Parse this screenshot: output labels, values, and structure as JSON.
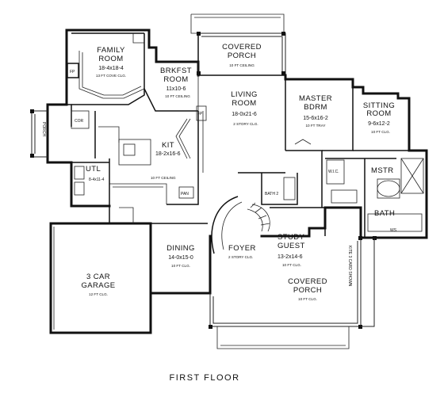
{
  "caption": "FIRST FLOOR",
  "rooms": {
    "family": {
      "name1": "FAMILY",
      "name2": "ROOM",
      "dim": "18-4x18-4",
      "note": "13 FT COVE CLG."
    },
    "covered_porch_top": {
      "name1": "COVERED",
      "name2": "PORCH",
      "note": "10 FT CEILING"
    },
    "brkfst": {
      "name1": "BRKFST",
      "name2": "ROOM",
      "dim": "11x10-6",
      "note": "10 FT CEILING"
    },
    "living": {
      "name1": "LIVING",
      "name2": "ROOM",
      "dim": "18-0x21-6",
      "note": "2 STORY CLG."
    },
    "master_bdrm": {
      "name1": "MASTER",
      "name2": "BDRM",
      "dim": "15-6x16-2",
      "note": "10 FT TRAY"
    },
    "sitting": {
      "name1": "SITTING",
      "name2": "ROOM",
      "dim": "9-6x12-2",
      "note": "10 FT CLG."
    },
    "kit": {
      "name": "KIT",
      "dim": "18-2x16-6",
      "note": "10 FT CEILING"
    },
    "porch_side": {
      "name": "PORCH"
    },
    "utl": {
      "name": "UTL",
      "dim": "8-4x11-4"
    },
    "mstr": {
      "name": "MSTR"
    },
    "bath_master": {
      "name": "BATH"
    },
    "bath2": {
      "name": "BATH 2"
    },
    "dining": {
      "name": "DINING",
      "dim": "14-0x15-0",
      "note": "10 FT CLG."
    },
    "foyer": {
      "name": "FOYER",
      "note": "2 STORY CLG."
    },
    "study": {
      "name1": "STUDY",
      "name2": "GUEST",
      "dim": "13-2x14-6",
      "note": "10 FT CLG."
    },
    "garage": {
      "name1": "3 CAR",
      "name2": "GARAGE",
      "note": "12 FT CLG."
    },
    "covered_porch_front": {
      "name1": "COVERED",
      "name2": "PORCH",
      "note": "10 FT CLG."
    }
  },
  "labels": {
    "cor": "COR",
    "fp": "FP",
    "pan": "PAN",
    "up": "UP",
    "ws": "WS",
    "wic": "W.I.C.",
    "kite": "KITE 3 CARD SHOWN"
  }
}
